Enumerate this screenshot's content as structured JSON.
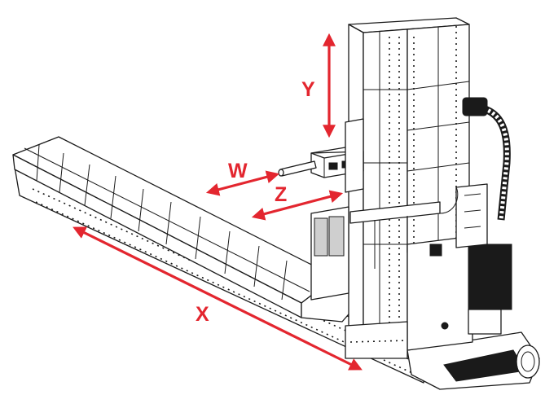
{
  "diagram": {
    "axis_color": "#e3262f",
    "axes": [
      {
        "label": "Y"
      },
      {
        "label": "W"
      },
      {
        "label": "Z"
      },
      {
        "label": "X"
      }
    ]
  }
}
